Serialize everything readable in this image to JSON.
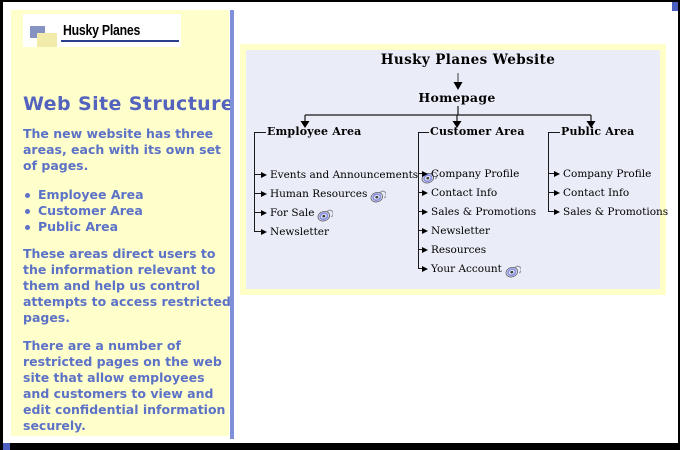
{
  "colors": {
    "sidebar_bg": "#FFFFCC",
    "heading_text": "#5464BE",
    "body_text": "#5C72C6",
    "separator": "#8090D8",
    "corner_accent": "#4C5FC0",
    "panel_bg": "#EAEDF7",
    "panel_border": "#FFFFC8",
    "logo_underline": "#2E3E8C"
  },
  "sidebar": {
    "logo_text": "Husky Planes",
    "heading": "Web Site Structure",
    "paragraph_1": "The new website has three areas, each with its own set of pages.",
    "bullets": [
      "Employee Area",
      "Customer Area",
      "Public Area"
    ],
    "paragraph_2": "These areas direct users to the information relevant to them and help us control attempts to access restricted pages.",
    "paragraph_3": "There are a number of restricted pages on the web site that allow employees and customers to view and edit confidential information securely."
  },
  "diagram": {
    "title": "Husky Planes Website",
    "root": "Homepage",
    "areas": [
      {
        "label": "Employee Area",
        "items": [
          {
            "label": "Events and Announcements",
            "locked": true
          },
          {
            "label": "Human Resources",
            "locked": true
          },
          {
            "label": "For Sale",
            "locked": true
          },
          {
            "label": "Newsletter",
            "locked": false
          }
        ]
      },
      {
        "label": "Customer Area",
        "items": [
          {
            "label": "Company Profile",
            "locked": false
          },
          {
            "label": "Contact Info",
            "locked": false
          },
          {
            "label": "Sales & Promotions",
            "locked": false
          },
          {
            "label": "Newsletter",
            "locked": false
          },
          {
            "label": "Resources",
            "locked": false
          },
          {
            "label": "Your Account",
            "locked": true
          }
        ]
      },
      {
        "label": "Public Area",
        "items": [
          {
            "label": "Company Profile",
            "locked": false
          },
          {
            "label": "Contact Info",
            "locked": false
          },
          {
            "label": "Sales & Promotions",
            "locked": false
          }
        ]
      }
    ]
  }
}
